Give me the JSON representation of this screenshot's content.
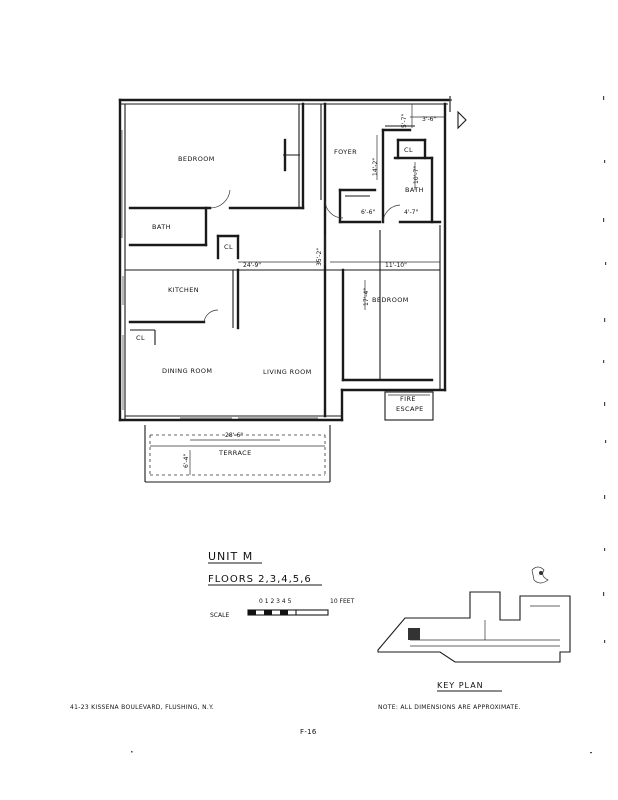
{
  "rooms": {
    "bedroom_main": "BEDROOM",
    "foyer": "FOYER",
    "bath_small": "BATH",
    "cl_small": "CL",
    "bath_left": "BATH",
    "cl_left": "CL",
    "kitchen": "KITCHEN",
    "cl_kitchen": "CL",
    "bedroom_right": "BEDROOM",
    "dining": "DINING ROOM",
    "living": "LIVING ROOM",
    "fire_escape_1": "FIRE",
    "fire_escape_2": "ESCAPE",
    "terrace": "TERRACE"
  },
  "dimensions": {
    "top_right": "3'-6\"",
    "top_right_v": "5'-7\"",
    "foyer_v": "14'-2\"",
    "bath_v": "10'-7\"",
    "cl_w": "6'-6\"",
    "bath_w": "4'-7\"",
    "living_w": "24'-9\"",
    "living_v": "35'-2\"",
    "bedroom_w": "11'-10\"",
    "bedroom_v": "17'-4\"",
    "terrace_w": "28'-6\"",
    "terrace_v": "6'-4\""
  },
  "title": {
    "unit": "UNIT M",
    "floors": "FLOORS 2,3,4,5,6",
    "scale_numbers": "0 1 2 3 4 5",
    "scale_end": "10 FEET",
    "scale_label": "SCALE"
  },
  "key_plan_label": "KEY PLAN",
  "address": "41-23 KISSENA BOULEVARD, FLUSHING, N.Y.",
  "note": "NOTE: ALL DIMENSIONS ARE APPROXIMATE.",
  "page_number": "F-16"
}
